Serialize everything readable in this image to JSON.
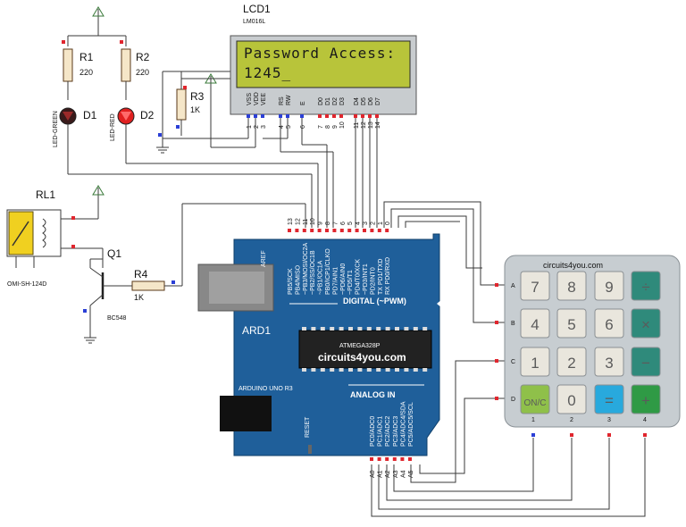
{
  "lcd": {
    "ref": "LCD1",
    "model": "LM016L",
    "line1": "Password Access:",
    "line2": "1245_",
    "pins": [
      "VSS",
      "VDD",
      "VEE",
      "RS",
      "RW",
      "E",
      "D0",
      "D1",
      "D2",
      "D3",
      "D4",
      "D5",
      "D6",
      "D7"
    ],
    "pin_numbers": [
      "1",
      "2",
      "3",
      "4",
      "5",
      "6",
      "7",
      "8",
      "9",
      "10",
      "11",
      "12",
      "13",
      "14"
    ]
  },
  "components": {
    "r1": {
      "ref": "R1",
      "value": "220"
    },
    "r2": {
      "ref": "R2",
      "value": "220"
    },
    "r3": {
      "ref": "R3",
      "value": "1K"
    },
    "r4": {
      "ref": "R4",
      "value": "1K"
    },
    "d1": {
      "ref": "D1",
      "type": "LED-GREEN"
    },
    "d2": {
      "ref": "D2",
      "type": "LED-RED"
    },
    "relay": {
      "ref": "RL1",
      "model": "OMI-SH-124D"
    },
    "transistor": {
      "ref": "Q1",
      "model": "BC548"
    }
  },
  "arduino": {
    "ref": "ARD1",
    "board": "ARDUINO UNO R3",
    "chip": "ATMEGA328P",
    "brand": "circuits4you.com",
    "digital_label": "DIGITAL (~PWM)",
    "analog_label": "ANALOG IN",
    "aref": "AREF",
    "reset": "RESET",
    "digital_top_pins": [
      "13",
      "12",
      "11",
      "10",
      "9",
      "8",
      "7",
      "6",
      "5",
      "4",
      "3",
      "2",
      "1",
      "0"
    ],
    "digital_pin_names": [
      "PB5/SCK",
      "PB4/MISO",
      "~PB3/MOSI/OC2A",
      "~PB2/SS/OC1B",
      "~PB1/OC1A",
      "PB0/ICP1/CLKO",
      "PD7/AIN1",
      "~PD6/AIN0",
      "~PD5/T1",
      "PD4/T0/XCK",
      "~PD3/INT1",
      "PD2/INT0",
      "TX PD1/TXD",
      "RX PD0/RXD"
    ],
    "analog_pins": [
      "A0",
      "A1",
      "A2",
      "A3",
      "A4",
      "A5"
    ],
    "analog_pin_names": [
      "PC0/ADC0",
      "PC1/ADC1",
      "PC2/ADC2",
      "PC3/ADC3",
      "PC4/ADC4/SDA",
      "PC5/ADC5/SCL"
    ]
  },
  "keypad": {
    "brand": "circuits4you.com",
    "rows": [
      "A",
      "B",
      "C",
      "D"
    ],
    "cols": [
      "1",
      "2",
      "3",
      "4"
    ],
    "keys": [
      [
        "7",
        "8",
        "9",
        "÷"
      ],
      [
        "4",
        "5",
        "6",
        "×"
      ],
      [
        "1",
        "2",
        "3",
        "−"
      ],
      [
        "ON/C",
        "0",
        "=",
        "+"
      ]
    ]
  },
  "colors": {
    "board": "#1f5f9a",
    "lcd_screen": "#b8c43a",
    "keypad_body": "#c7cdd1",
    "key_light": "#e9e6dd",
    "key_teal": "#2f8a7b",
    "key_green": "#2f9a45",
    "key_blue": "#28a9dd",
    "key_onc": "#8fc04a"
  }
}
